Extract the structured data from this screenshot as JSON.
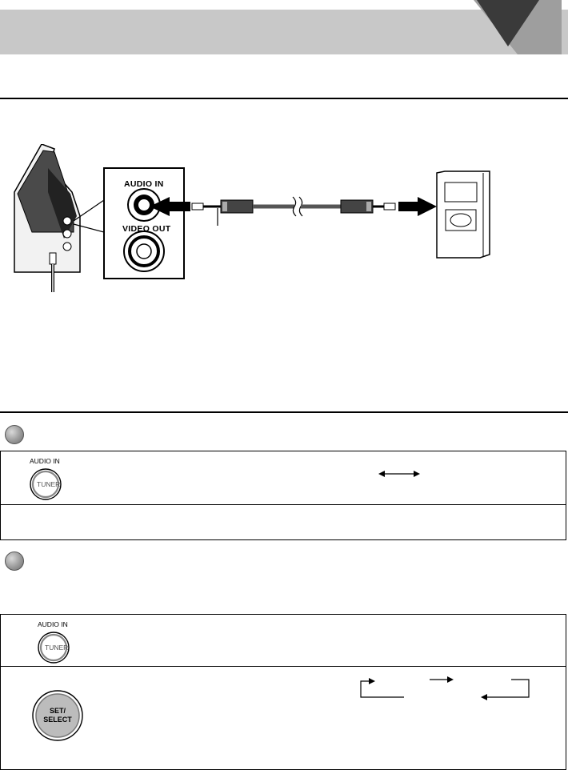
{
  "diagram": {
    "label_audio_in": "AUDIO IN",
    "label_video_out": "VIDEO OUT"
  },
  "buttons": {
    "tuner_top_label": "AUDIO IN",
    "tuner_label": "TUNER",
    "set_select_label_line1": "SET/",
    "set_select_label_line2": "SELECT"
  },
  "colors": {
    "header_band": "#c8c8c8",
    "header_triangle": "#3a3a3a",
    "bullet_gray": "#9a9a9a",
    "set_select_button": "#bcbcbc"
  },
  "icons": {
    "header_marker": "triangle-down-icon",
    "step_bullet": "circle-bullet-icon",
    "toggle_arrow": "double-arrow-icon",
    "cycle_arrow": "loop-arrow-icon"
  }
}
